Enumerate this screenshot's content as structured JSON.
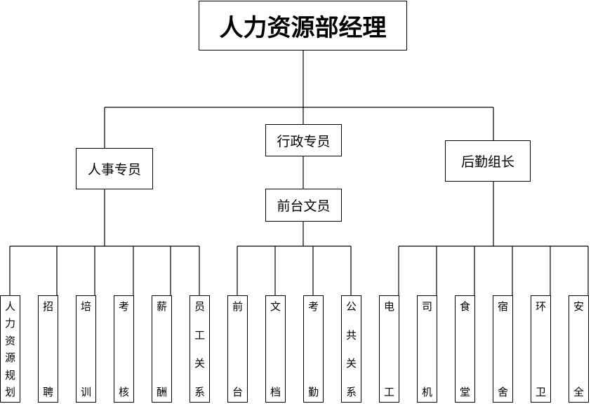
{
  "root": {
    "label": "人力资源部经理"
  },
  "branches": [
    {
      "label": "人事专员",
      "children": [
        "人力资源规划",
        "招聘",
        "培训",
        "考核",
        "薪酬",
        "员工关系"
      ]
    },
    {
      "label": "行政专员",
      "sub": "前台文员",
      "children": [
        "前台",
        "文档",
        "考勤",
        "公共关系"
      ]
    },
    {
      "label": "后勤组长",
      "children": [
        "电工",
        "司机",
        "食堂",
        "宿舍",
        "环卫",
        "安全"
      ]
    }
  ]
}
